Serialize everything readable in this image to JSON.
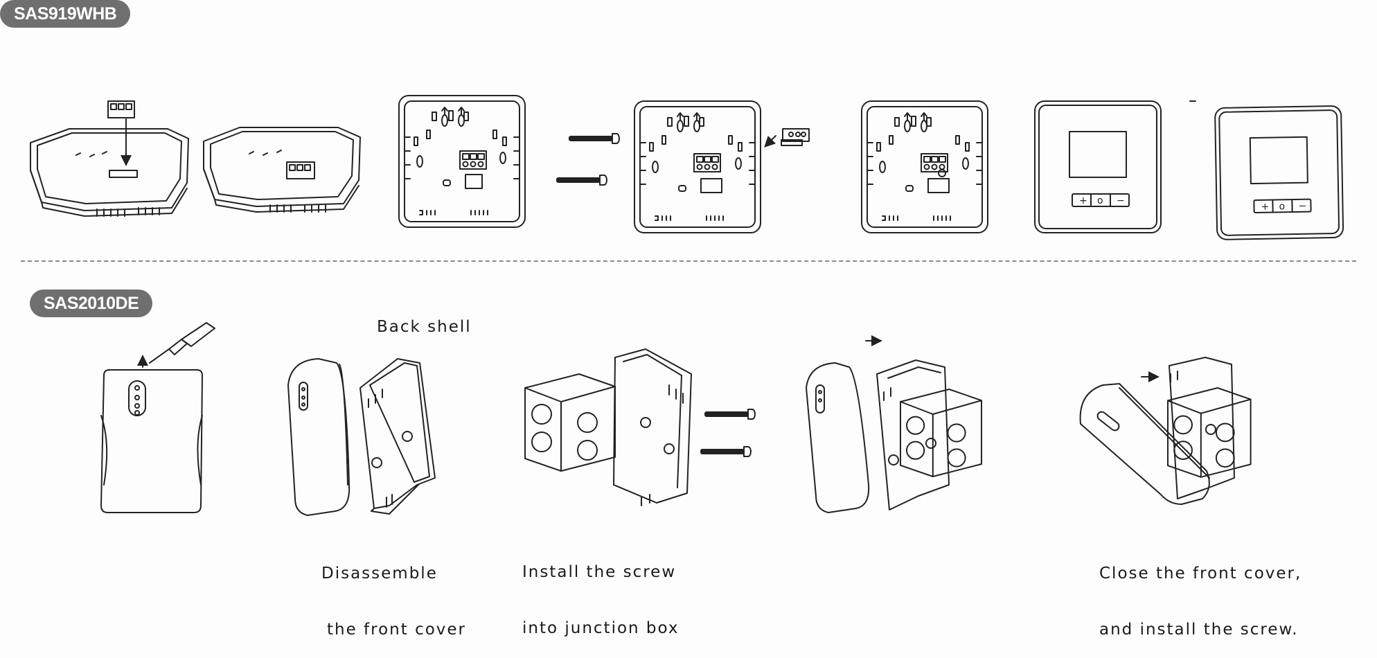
{
  "sections": [
    {
      "model": "SAS919WHB"
    },
    {
      "model": "SAS2010DE"
    }
  ],
  "thermostat_buttons": [
    "+",
    "o",
    "−"
  ],
  "back_plate_markings": [
    "UP",
    "UP"
  ],
  "steps": {
    "back_shell_label": "Back shell",
    "disassemble_line1": "Disassemble",
    "disassemble_line2": "the front cover",
    "install_line1": "Install the screw",
    "install_line2": "into junction box",
    "close_line1": "Close the front cover,",
    "close_line2": "and install the screw."
  },
  "colors": {
    "badge": "#6f6f6f",
    "line": "#222222",
    "divider": "#8a8a8a",
    "background": "#fdfdfd"
  }
}
